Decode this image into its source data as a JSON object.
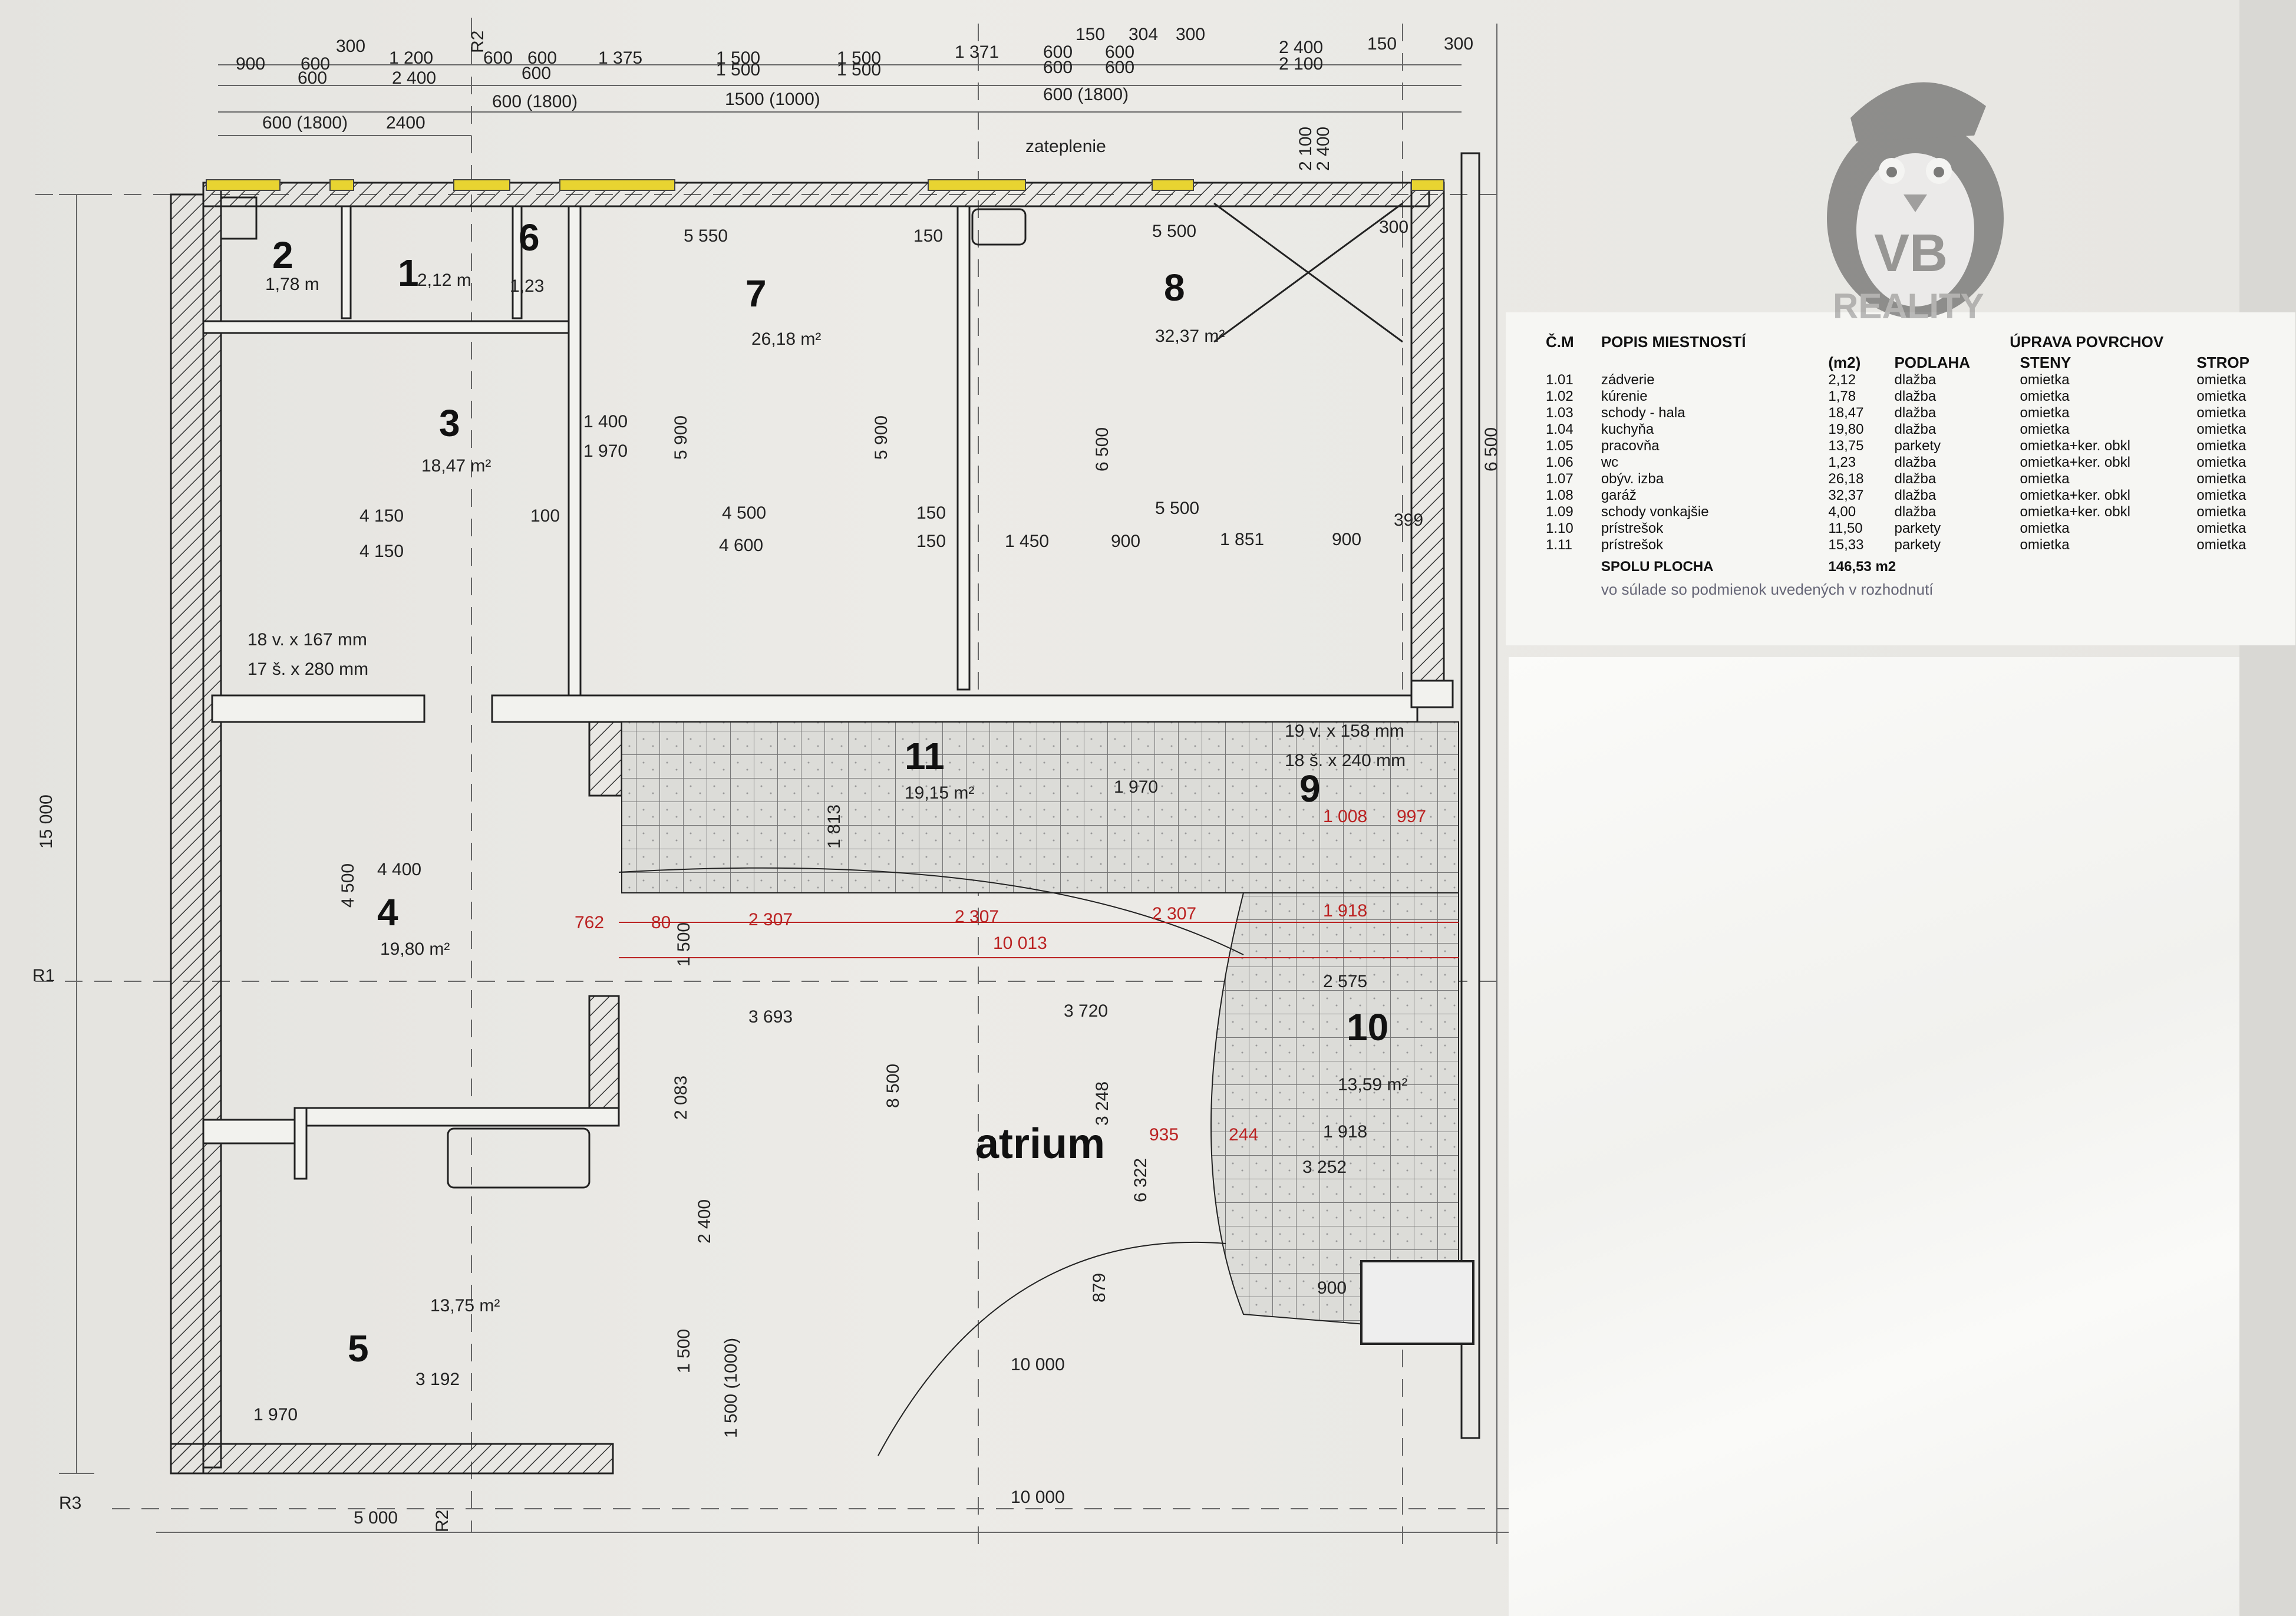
{
  "plan": {
    "annotation_top": "zateplenie",
    "atrium_label": "atrium",
    "axis_r1": "R1",
    "axis_r2": "R2",
    "axis_r3": "R3",
    "rooms": [
      {
        "num": "1",
        "area": "2,12 m"
      },
      {
        "num": "2",
        "area": "1,78 m"
      },
      {
        "num": "3",
        "area": "18,47 m²"
      },
      {
        "num": "4",
        "area": "19,80 m²"
      },
      {
        "num": "5",
        "area": "13,75 m²"
      },
      {
        "num": "6",
        "area": "1,23"
      },
      {
        "num": "7",
        "area": "26,18 m²"
      },
      {
        "num": "8",
        "area": "32,37 m²"
      },
      {
        "num": "9",
        "area": ""
      },
      {
        "num": "10",
        "area": "13,59 m²"
      },
      {
        "num": "11",
        "area": "19,15 m²"
      }
    ],
    "stairs": {
      "line1": "18 v. x 167 mm",
      "line2": "17 š. x 280 mm",
      "line3": "19 v. x 158 mm",
      "line4": "18 š. x 240 mm"
    },
    "top_dims_row1": [
      "900",
      "600",
      "300",
      "1 200",
      "600",
      "600",
      "1 375",
      "1 500",
      "1 500",
      "1 371",
      "600",
      "600",
      "150",
      "304",
      "300",
      "2 400",
      "150",
      "300"
    ],
    "top_dims_row2": [
      "600",
      "2 400",
      "600",
      "1 500",
      "1 500",
      "600",
      "600",
      "2 100"
    ],
    "top_dims_row3": [
      "600 (1800)",
      "1500 (1000)",
      "600 (1800)"
    ],
    "top_dims_row4": [
      "600 (1800)",
      "2400"
    ],
    "side_dim": "15 000",
    "bottom_dims": [
      "5 000",
      "10 000",
      "10 000"
    ],
    "inner_dims": [
      "5 550",
      "150",
      "5 500",
      "300",
      "4 500",
      "150",
      "5 500",
      "4 600",
      "150",
      "1 450",
      "900",
      "1 851",
      "900",
      "4 150",
      "4 150",
      "1 400",
      "1 970",
      "5 900",
      "5 900",
      "6 500",
      "6 500",
      "4 400",
      "4 500",
      "3 693",
      "3 720",
      "8 500",
      "2 083",
      "3 248",
      "6 322",
      "3 192",
      "2 575",
      "3 252",
      "10 013",
      "2 307",
      "2 307",
      "2 307",
      "1 918",
      "1 918",
      "1 970",
      "1 970",
      "1 500",
      "2 400",
      "1 500",
      "1 500 (1000)",
      "900",
      "100",
      "399",
      "762",
      "80",
      "935",
      "244",
      "997",
      "1 008",
      "879",
      "1 813",
      "2 400",
      "2 100",
      "2 400"
    ]
  },
  "legend": {
    "title_c": "Č.M",
    "title_desc": "POPIS MIESTNOSTÍ",
    "title_finish": "ÚPRAVA POVRCHOV",
    "col_area": "(m2)",
    "col_floor": "PODLAHA",
    "col_walls": "STENY",
    "col_ceiling": "STROP",
    "rows": [
      [
        "1.01",
        "zádverie",
        "2,12",
        "dlažba",
        "omietka",
        "omietka"
      ],
      [
        "1.02",
        "kúrenie",
        "1,78",
        "dlažba",
        "omietka",
        "omietka"
      ],
      [
        "1.03",
        "schody - hala",
        "18,47",
        "dlažba",
        "omietka",
        "omietka"
      ],
      [
        "1.04",
        "kuchyňa",
        "19,80",
        "dlažba",
        "omietka",
        "omietka"
      ],
      [
        "1.05",
        "pracovňa",
        "13,75",
        "parkety",
        "omietka+ker. obkl",
        "omietka"
      ],
      [
        "1.06",
        "wc",
        "1,23",
        "dlažba",
        "omietka+ker. obkl",
        "omietka"
      ],
      [
        "1.07",
        "obýv. izba",
        "26,18",
        "dlažba",
        "omietka",
        "omietka"
      ],
      [
        "1.08",
        "garáž",
        "32,37",
        "dlažba",
        "omietka+ker. obkl",
        "omietka"
      ],
      [
        "1.09",
        "schody vonkajšie",
        "4,00",
        "dlažba",
        "omietka+ker. obkl",
        "omietka"
      ],
      [
        "1.10",
        "prístrešok",
        "11,50",
        "parkety",
        "omietka",
        "omietka"
      ],
      [
        "1.11",
        "prístrešok",
        "15,33",
        "parkety",
        "omietka",
        "omietka"
      ]
    ],
    "total_label": "SPOLU PLOCHA",
    "total_value": "146,53 m2",
    "footnote": "vo súlade so podmienok uvedených v rozhodnutí"
  },
  "logo": {
    "text": "VB",
    "watermark": "REALITY"
  }
}
